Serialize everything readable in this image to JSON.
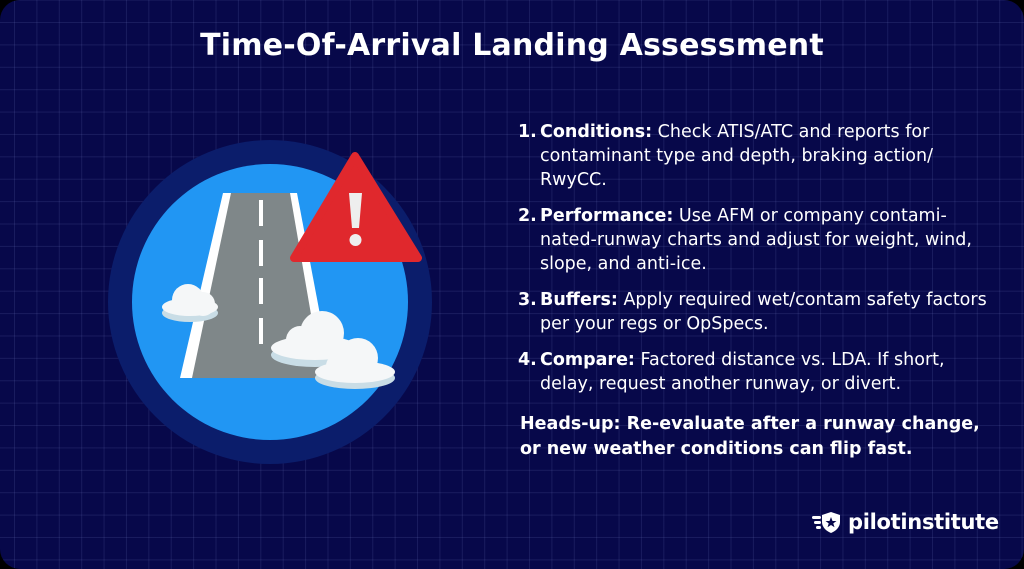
{
  "title": "Time-Of-Arrival Landing Assessment",
  "illustration": {
    "icons": [
      "runway-icon",
      "warning-triangle-icon",
      "cloud-icon"
    ],
    "colors": {
      "outer_ring": "#0b1d6b",
      "circle": "#2196f3",
      "runway": "#7f8789",
      "runway_edge": "#ffffff",
      "warning": "#e0282d",
      "cloud": "#f5f7f8",
      "cloud_shadow": "#c9dde6"
    }
  },
  "steps": [
    {
      "num": "1.",
      "label": "Conditions:",
      "text": " Check ATIS/ATC and reports for contaminant type and depth, braking action/ RwyCC."
    },
    {
      "num": "2.",
      "label": "Performance:",
      "text": " Use AFM or company contami-nated-runway charts and adjust for weight, wind, slope, and anti-ice."
    },
    {
      "num": "3.",
      "label": "Buffers:",
      "text": " Apply required wet/contam safety factors per your regs or OpSpecs."
    },
    {
      "num": "4.",
      "label": "Compare:",
      "text": " Factored distance vs. LDA. If short, delay, request another runway, or divert."
    }
  ],
  "heads_up": "Heads-up: Re-evaluate after a runway change, or new weather conditions can flip fast.",
  "brand": {
    "name": "pilotinstitute",
    "icon": "winged-shield-star-icon"
  },
  "colors": {
    "background": "#07084a",
    "text": "#ffffff"
  }
}
